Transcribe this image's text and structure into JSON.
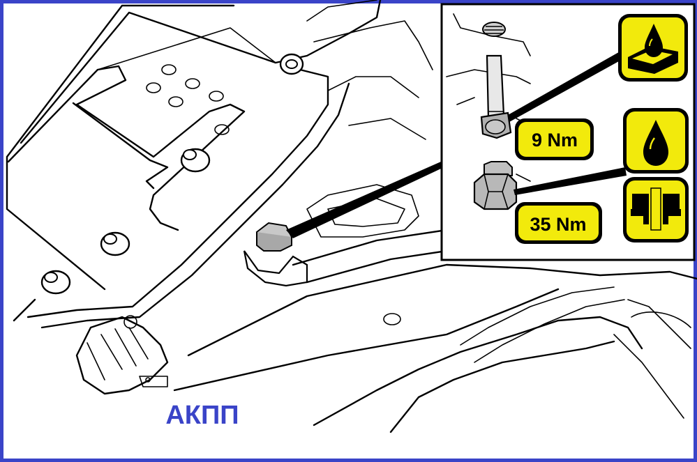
{
  "caption": "АКПП",
  "torque_small": "9 Nm",
  "torque_large": "35 Nm",
  "icons": {
    "sealant": "sealant-drop-on-surface-icon",
    "oil": "oil-drop-icon",
    "washer": "crush-washer-icon"
  },
  "colors": {
    "frame": "#3a44c8",
    "caption": "#3a44c8",
    "icon_fill": "#f2ea0c",
    "label_fill": "#f2ea0c",
    "line": "#000000"
  }
}
